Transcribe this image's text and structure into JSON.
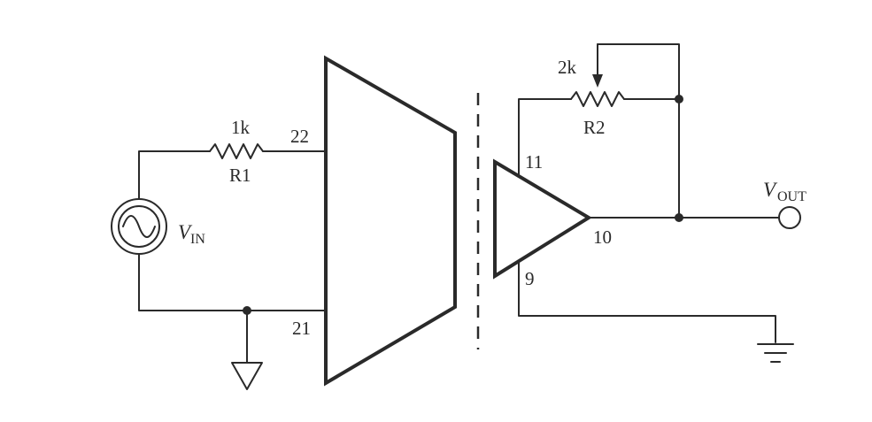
{
  "components": {
    "r1": {
      "value": "1k",
      "name": "R1"
    },
    "r2": {
      "value": "2k",
      "name": "R2"
    },
    "source": {
      "symbol": "V",
      "subscript": "IN"
    },
    "output": {
      "symbol": "V",
      "subscript": "OUT"
    }
  },
  "pins": {
    "p22": "22",
    "p21": "21",
    "p11": "11",
    "p10": "10",
    "p9": "9"
  }
}
